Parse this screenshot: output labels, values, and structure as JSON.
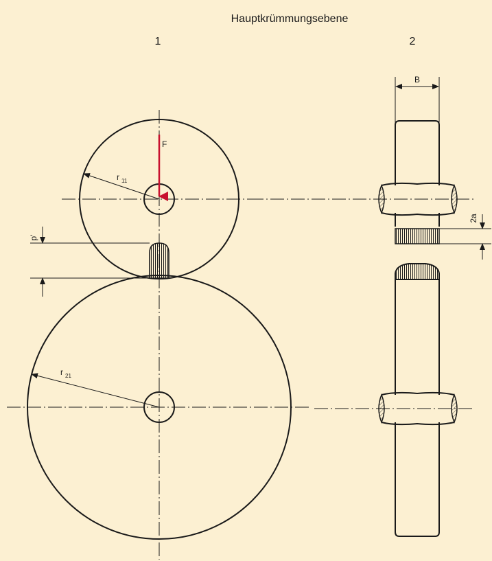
{
  "figure": {
    "title": "Hauptkrümmungsebene",
    "view_labels": [
      "1",
      "2"
    ],
    "force_label": "F",
    "radius_small_label": "r",
    "radius_small_index": "11",
    "radius_large_label": "r",
    "radius_large_index": "21",
    "flattening_label": "p'",
    "width_label": "B",
    "contact_label": "2a"
  },
  "colors": {
    "background": "#fcf0d2",
    "line": "#1a1a1a",
    "force": "#c8102e"
  }
}
